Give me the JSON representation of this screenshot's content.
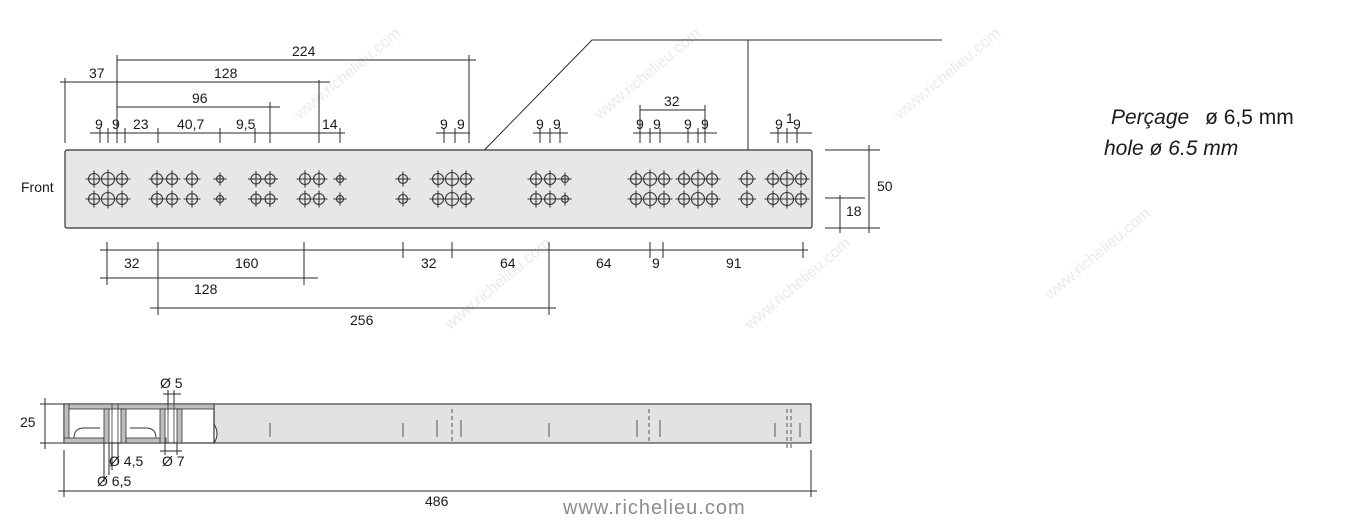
{
  "labels": {
    "front": "Front",
    "url": "www.richelieu.com"
  },
  "note": {
    "fr_word": "Perçage",
    "fr_symbol": "ø",
    "fr_value": "6,5 mm",
    "en_text": "hole ø 6.5 mm"
  },
  "top_view": {
    "upper_dims": {
      "d224": "224",
      "d128": "128",
      "d96": "96",
      "d37": "37",
      "d9a": "9",
      "d9b": "9",
      "d23": "23",
      "d40_7": "40,7",
      "d9_5": "9,5",
      "d14": "14",
      "d9c": "9",
      "d9d": "9",
      "d9e": "9",
      "d9f": "9",
      "d32": "32",
      "d9g": "9",
      "d9h": "9",
      "d9i": "9",
      "d9j": "9",
      "d9k": "9",
      "d1": "1",
      "d9l": "9"
    },
    "side_dims": {
      "d50": "50",
      "d18": "18"
    },
    "lower_dims": {
      "d32a": "32",
      "d160": "160",
      "d32b": "32",
      "d64a": "64",
      "d64b": "64",
      "d9": "9",
      "d91": "91",
      "d128": "128",
      "d256": "256"
    }
  },
  "side_view": {
    "d25": "25",
    "d_phi5": "Ø 5",
    "d_phi4_5": "Ø 4,5",
    "d_phi7": "Ø 7",
    "d_phi6_5": "Ø 6,5",
    "d486": "486"
  }
}
